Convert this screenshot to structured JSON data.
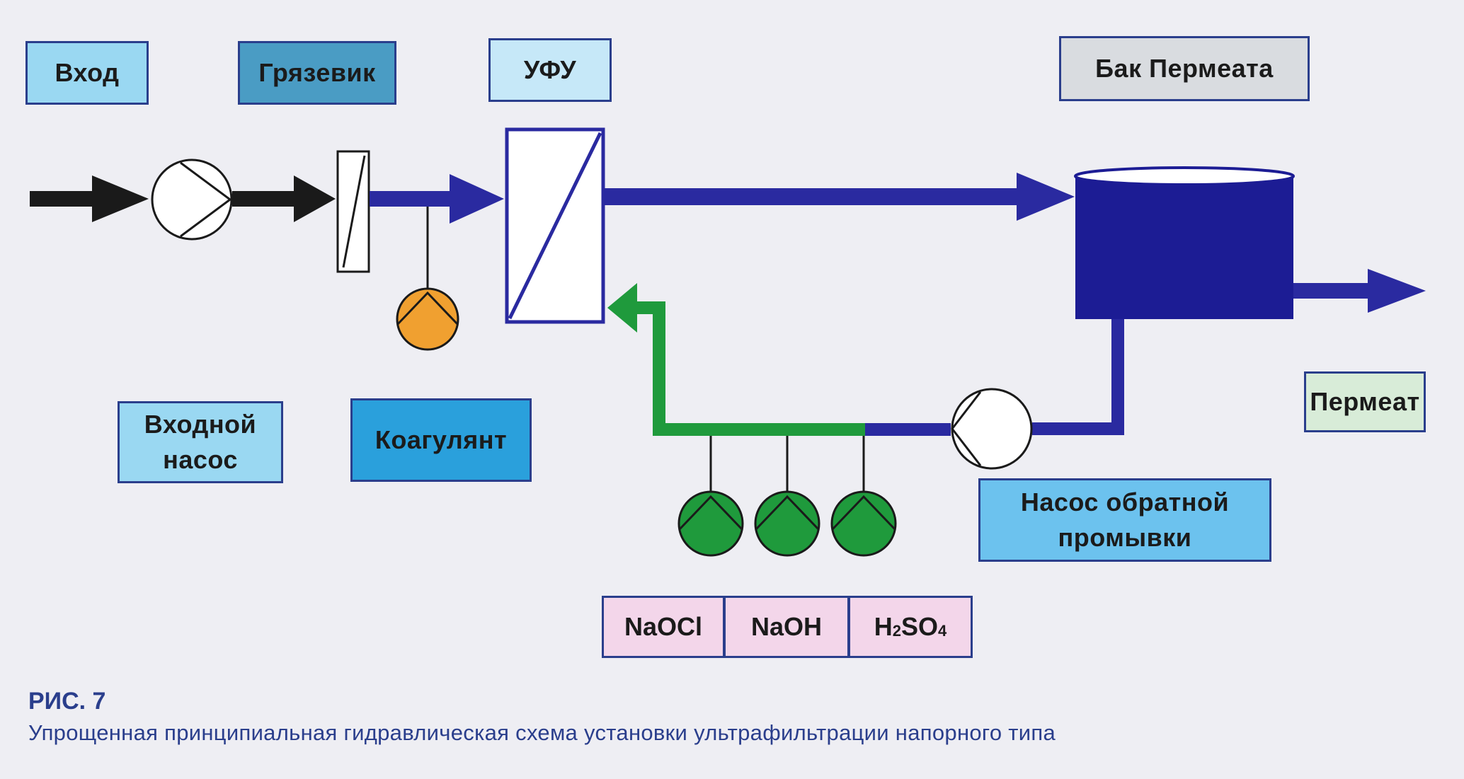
{
  "labels": {
    "inlet": "Вход",
    "strainer": "Грязевик",
    "uf_unit": "УФУ",
    "permeate_tank": "Бак Пермеата",
    "inlet_pump": "Входной\nнасос",
    "coagulant": "Коагулянт",
    "permeate": "Пермеат",
    "backwash_pump": "Насос обратной\nпромывки"
  },
  "chemicals": {
    "naocl": "NaOCl",
    "naoh": "NaOH",
    "h2so4_main": "H",
    "h2so4_sub1": "2",
    "h2so4_mid": "SO",
    "h2so4_sub2": "4"
  },
  "figure": {
    "label": "РИС. 7",
    "caption": "Упрощенная принципиальная гидравлическая схема установки ультрафильтрации напорного типа"
  },
  "colors": {
    "flow_blue": "#2a2aa0",
    "inlet_black": "#1a1a1a",
    "chemical_green": "#1f9a3c",
    "coagulant_pump_orange": "#f0a030",
    "tank_navy": "#1c1c94"
  }
}
